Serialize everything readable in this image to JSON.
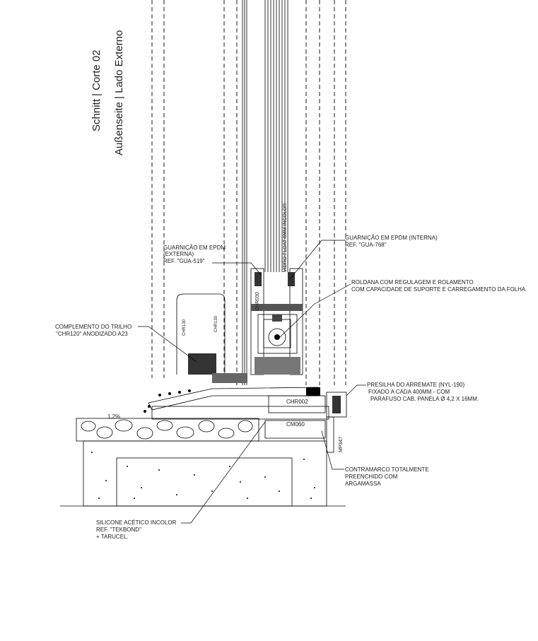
{
  "title": {
    "line1": "Schnitt | Corte 02",
    "line2": "Außenseite | Lado Externo"
  },
  "profile_codes": {
    "chr030": "CHR030",
    "chr002": "CHR002",
    "cm060": "CM060",
    "mp347": "MP347",
    "glass_vertical": "VIDRO FLOAT 6MM INCOLOR",
    "slope": "1,2%"
  },
  "notes": {
    "gasket_ext": [
      "GUARNIÇÃO EM EPDM",
      "(EXTERNA)",
      "REF. \"GUA-519\""
    ],
    "gasket_int": [
      "GUARNIÇÃO EM EPDM (INTERNA)",
      "REF. \"GUA-768\""
    ],
    "roller": [
      "ROLDANA COM REGULAGEM E ROLAMENTO",
      "COM CAPACIDADE DE SUPORTE E CARREGAMENTO DA FOLHA"
    ],
    "rail": [
      "COMPLEMENTO DO TRILHO",
      "\"CHR120\" ANODIZADO A23"
    ],
    "clip": [
      "PRESILHA DO ARREMATE (NYL-190)",
      "FIXADO A CADA 400MM - COM",
      "PARAFUSO CAB. PANELA Ø 4,2 X 16MM."
    ],
    "frame": [
      "CONTRAMARCO TOTALMENTE",
      "PREENCHIDO COM",
      "ARGAMASSA"
    ],
    "silicone": [
      "SILICONE ACÉTICO INCOLOR",
      "REF. \"TEKBOND\"",
      "+ TARUCEL."
    ]
  }
}
